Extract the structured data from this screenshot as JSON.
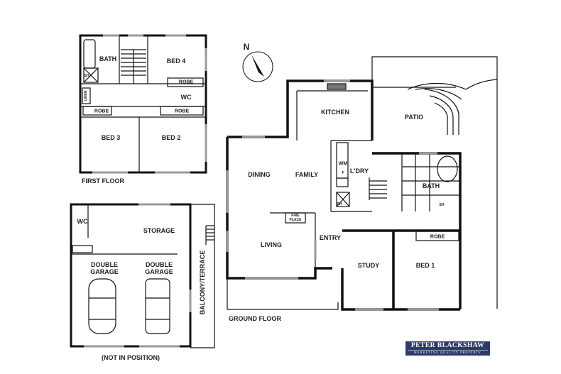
{
  "compass": {
    "label": "N"
  },
  "first_floor": {
    "title": "FIRST FLOOR",
    "rooms": {
      "bath": "BATH",
      "bed4": "BED 4",
      "robe_bed4": "ROBE",
      "wc": "WC",
      "linen": "LINEN",
      "robe_bed3": "ROBE",
      "robe_bed2": "ROBE",
      "bed3": "BED 3",
      "bed2": "BED 2",
      "sh": "SH"
    }
  },
  "garage_level": {
    "note": "(NOT IN POSITION)",
    "rooms": {
      "wc": "WC",
      "storage": "STORAGE",
      "garage_left": "DOUBLE GARAGE",
      "garage_right": "DOUBLE GARAGE",
      "balcony": "BALCONY/TERRACE"
    }
  },
  "ground_floor": {
    "title": "GROUND FLOOR",
    "rooms": {
      "kitchen": "KITCHEN",
      "patio": "PATIO",
      "dining": "DINING",
      "family": "FAMILY",
      "laundry": "L'DRY",
      "wm": "WM",
      "f": "F",
      "bath": "BATH",
      "fireplace": "FIRE PLACE",
      "living": "LIVING",
      "entry": "ENTRY",
      "study": "STUDY",
      "bed1": "BED 1",
      "robe": "ROBE",
      "sh1": "SH",
      "sh2": "SH"
    }
  },
  "branding": {
    "name": "PETER BLACKSHAW",
    "tagline": "MARKETING QUALITY PROPERTY",
    "color": "#2e3a6e"
  }
}
